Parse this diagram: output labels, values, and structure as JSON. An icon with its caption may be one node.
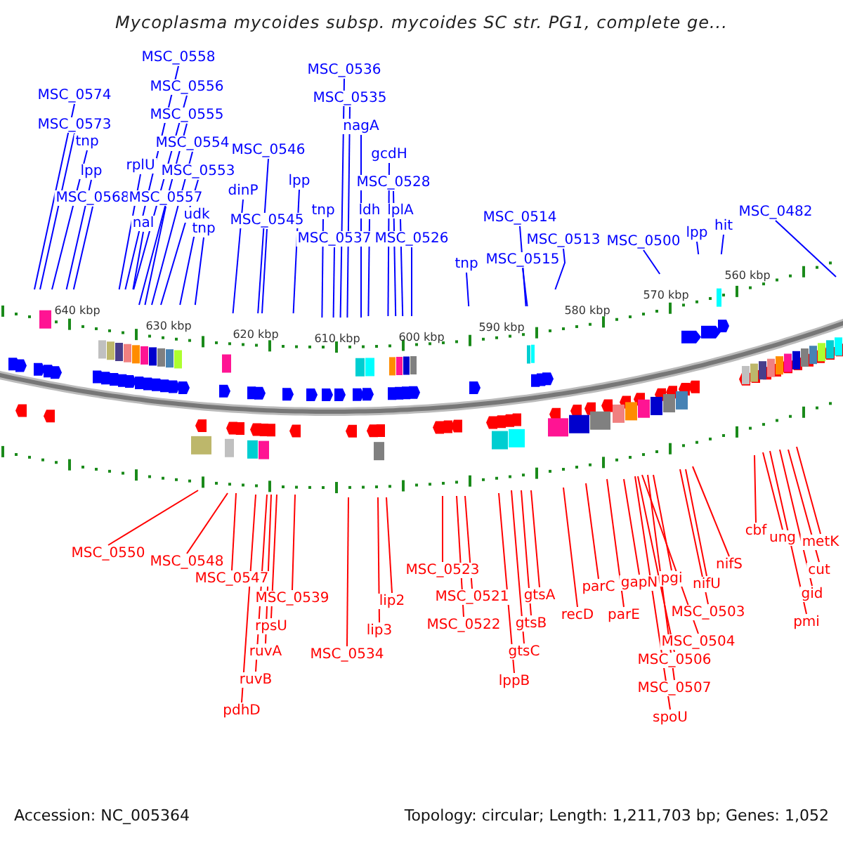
{
  "diagram": {
    "title": "Mycoplasma mycoides subsp. mycoides SC str. PG1, complete ge...",
    "nodes": [
      {
        "text": [
          "MSC_0574"
        ]
      },
      {
        "text": [
          "MSC_0573"
        ]
      },
      {
        "text": [
          "tnp"
        ]
      },
      {
        "text": [
          "lpp"
        ]
      },
      {
        "text": [
          "MSC_0568"
        ]
      },
      {
        "text": [
          "MSC_0558"
        ]
      },
      {
        "text": [
          "MSC_0556"
        ]
      },
      {
        "text": [
          "MSC_0555"
        ]
      },
      {
        "text": [
          "MSC_0554"
        ]
      },
      {
        "text": [
          "rplU"
        ]
      },
      {
        "text": [
          "MSC_0553"
        ]
      },
      {
        "text": [
          "MSC_0557"
        ]
      },
      {
        "text": [
          "nal"
        ]
      },
      {
        "text": [
          "udk"
        ]
      },
      {
        "text": [
          "tnp"
        ]
      },
      {
        "text": [
          "MSC_0546"
        ]
      },
      {
        "text": [
          "dinP"
        ]
      },
      {
        "text": [
          "MSC_0545"
        ]
      },
      {
        "text": [
          "lpp"
        ]
      },
      {
        "text": [
          "MSC_0536"
        ]
      },
      {
        "text": [
          "MSC_0535"
        ]
      },
      {
        "text": [
          "nagA"
        ]
      },
      {
        "text": [
          "gcdH"
        ]
      },
      {
        "text": [
          "MSC_0528"
        ]
      },
      {
        "text": [
          "tnp"
        ]
      },
      {
        "text": [
          "ldh"
        ]
      },
      {
        "text": [
          "lplA"
        ]
      },
      {
        "text": [
          "MSC_0537"
        ]
      },
      {
        "text": [
          "MSC_0526"
        ]
      },
      {
        "text": [
          "tnp"
        ]
      },
      {
        "text": [
          "MSC_0514"
        ]
      },
      {
        "text": [
          "MSC_0513"
        ]
      },
      {
        "text": [
          "MSC_0515"
        ]
      },
      {
        "text": [
          "MSC_0500"
        ]
      },
      {
        "text": [
          "lpp"
        ]
      },
      {
        "text": [
          "hit"
        ]
      },
      {
        "text": [
          "MSC_0482"
        ]
      },
      {
        "text": [
          "MSC_0550"
        ]
      },
      {
        "text": [
          "MSC_0548"
        ]
      },
      {
        "text": [
          "MSC_0547"
        ]
      },
      {
        "text": [
          "MSC_0539"
        ]
      },
      {
        "text": [
          "rpsU"
        ]
      },
      {
        "text": [
          "ruvA"
        ]
      },
      {
        "text": [
          "ruvB"
        ]
      },
      {
        "text": [
          "pdhD"
        ]
      },
      {
        "text": [
          "MSC_0534"
        ]
      },
      {
        "text": [
          "lip3"
        ]
      },
      {
        "text": [
          "lip2"
        ]
      },
      {
        "text": [
          "MSC_0523"
        ]
      },
      {
        "text": [
          "MSC_0521"
        ]
      },
      {
        "text": [
          "MSC_0522"
        ]
      },
      {
        "text": [
          "gtsA"
        ]
      },
      {
        "text": [
          "gtsB"
        ]
      },
      {
        "text": [
          "gtsC"
        ]
      },
      {
        "text": [
          "lppB"
        ]
      },
      {
        "text": [
          "recD"
        ]
      },
      {
        "text": [
          "parC"
        ]
      },
      {
        "text": [
          "parE"
        ]
      },
      {
        "text": [
          "gapN"
        ]
      },
      {
        "text": [
          "pgi"
        ]
      },
      {
        "text": [
          "nifU"
        ]
      },
      {
        "text": [
          "nifS"
        ]
      },
      {
        "text": [
          "MSC_0503"
        ]
      },
      {
        "text": [
          "MSC_0504"
        ]
      },
      {
        "text": [
          "MSC_0506"
        ]
      },
      {
        "text": [
          "MSC_0507"
        ]
      },
      {
        "text": [
          "spoU"
        ]
      },
      {
        "text": [
          "cbf"
        ]
      },
      {
        "text": [
          "ung"
        ]
      },
      {
        "text": [
          "metK"
        ]
      },
      {
        "text": [
          "cut"
        ]
      },
      {
        "text": [
          "gid"
        ]
      },
      {
        "text": [
          "pmi"
        ]
      }
    ],
    "edges": [
      {
        "from": 0,
        "to": null,
        "arrow": "none"
      },
      {
        "from": 1,
        "to": null,
        "arrow": "none"
      },
      {
        "from": 2,
        "to": null,
        "arrow": "none"
      },
      {
        "from": 3,
        "to": null,
        "arrow": "none"
      },
      {
        "from": 4,
        "to": null,
        "arrow": "none"
      },
      {
        "from": 5,
        "to": null,
        "arrow": "none"
      },
      {
        "from": 6,
        "to": null,
        "arrow": "none"
      },
      {
        "from": 7,
        "to": null,
        "arrow": "none"
      },
      {
        "from": 8,
        "to": null,
        "arrow": "none"
      },
      {
        "from": 9,
        "to": null,
        "arrow": "none"
      },
      {
        "from": 10,
        "to": null,
        "arrow": "none"
      },
      {
        "from": 11,
        "to": null,
        "arrow": "none"
      },
      {
        "from": 12,
        "to": null,
        "arrow": "none"
      },
      {
        "from": 13,
        "to": null,
        "arrow": "none"
      },
      {
        "from": 14,
        "to": null,
        "arrow": "none"
      },
      {
        "from": 15,
        "to": null,
        "arrow": "none"
      },
      {
        "from": 16,
        "to": null,
        "arrow": "none"
      },
      {
        "from": 17,
        "to": null,
        "arrow": "none"
      },
      {
        "from": 18,
        "to": null,
        "arrow": "none"
      },
      {
        "from": 19,
        "to": null,
        "arrow": "none"
      },
      {
        "from": 20,
        "to": null,
        "arrow": "none"
      },
      {
        "from": 21,
        "to": null,
        "arrow": "none"
      },
      {
        "from": 22,
        "to": null,
        "arrow": "none"
      },
      {
        "from": 23,
        "to": null,
        "arrow": "none"
      },
      {
        "from": 24,
        "to": null,
        "arrow": "none"
      },
      {
        "from": 25,
        "to": null,
        "arrow": "none"
      },
      {
        "from": 26,
        "to": null,
        "arrow": "none"
      },
      {
        "from": 27,
        "to": null,
        "arrow": "none"
      },
      {
        "from": 28,
        "to": null,
        "arrow": "none"
      },
      {
        "from": 29,
        "to": null,
        "arrow": "none"
      },
      {
        "from": 30,
        "to": null,
        "arrow": "none"
      },
      {
        "from": 31,
        "to": null,
        "arrow": "none"
      },
      {
        "from": 32,
        "to": null,
        "arrow": "none"
      },
      {
        "from": 33,
        "to": null,
        "arrow": "none"
      },
      {
        "from": 34,
        "to": null,
        "arrow": "none"
      },
      {
        "from": 35,
        "to": null,
        "arrow": "none"
      },
      {
        "from": 36,
        "to": null,
        "arrow": "none"
      },
      {
        "from": 37,
        "to": null,
        "arrow": "none",
        "color": "#ff0000"
      },
      {
        "from": 38,
        "to": null,
        "arrow": "none",
        "color": "#ff0000"
      },
      {
        "from": 39,
        "to": null,
        "arrow": "none",
        "color": "#ff0000"
      },
      {
        "from": 40,
        "to": null,
        "arrow": "none",
        "color": "#ff0000"
      },
      {
        "from": 41,
        "to": null,
        "arrow": "none",
        "color": "#ff0000"
      },
      {
        "from": 42,
        "to": null,
        "arrow": "none",
        "color": "#ff0000"
      },
      {
        "from": 43,
        "to": null,
        "arrow": "none",
        "color": "#ff0000"
      },
      {
        "from": 44,
        "to": null,
        "arrow": "none",
        "color": "#ff0000"
      },
      {
        "from": 45,
        "to": null,
        "arrow": "none",
        "color": "#ff0000"
      },
      {
        "from": 46,
        "to": null,
        "arrow": "none",
        "color": "#ff0000"
      },
      {
        "from": 47,
        "to": null,
        "arrow": "none",
        "color": "#ff0000"
      },
      {
        "from": 48,
        "to": null,
        "arrow": "none",
        "color": "#ff0000"
      },
      {
        "from": 49,
        "to": null,
        "arrow": "none",
        "color": "#ff0000"
      },
      {
        "from": 50,
        "to": null,
        "arrow": "none",
        "color": "#ff0000"
      },
      {
        "from": 51,
        "to": null,
        "arrow": "none",
        "color": "#ff0000"
      },
      {
        "from": 52,
        "to": null,
        "arrow": "none",
        "color": "#ff0000"
      },
      {
        "from": 53,
        "to": null,
        "arrow": "none",
        "color": "#ff0000"
      },
      {
        "from": 54,
        "to": null,
        "arrow": "none",
        "color": "#ff0000"
      },
      {
        "from": 55,
        "to": null,
        "arrow": "none",
        "color": "#ff0000"
      },
      {
        "from": 56,
        "to": null,
        "arrow": "none",
        "color": "#ff0000"
      },
      {
        "from": 57,
        "to": null,
        "arrow": "none",
        "color": "#ff0000"
      },
      {
        "from": 58,
        "to": null,
        "arrow": "none",
        "color": "#ff0000"
      },
      {
        "from": 59,
        "to": null,
        "arrow": "none",
        "color": "#ff0000"
      },
      {
        "from": 60,
        "to": null,
        "arrow": "none",
        "color": "#ff0000"
      },
      {
        "from": 61,
        "to": null,
        "arrow": "none",
        "color": "#ff0000"
      },
      {
        "from": 62,
        "to": null,
        "arrow": "none",
        "color": "#ff0000"
      },
      {
        "from": 63,
        "to": null,
        "arrow": "none",
        "color": "#ff0000"
      },
      {
        "from": 64,
        "to": null,
        "arrow": "none",
        "color": "#ff0000"
      },
      {
        "from": 65,
        "to": null,
        "arrow": "none",
        "color": "#ff0000"
      },
      {
        "from": 66,
        "to": null,
        "arrow": "none",
        "color": "#ff0000"
      },
      {
        "from": 67,
        "to": null,
        "arrow": "none",
        "color": "#ff0000"
      },
      {
        "from": 68,
        "to": null,
        "arrow": "none",
        "color": "#ff0000"
      },
      {
        "from": 69,
        "to": null,
        "arrow": "none",
        "color": "#ff0000"
      },
      {
        "from": 70,
        "to": null,
        "arrow": "none",
        "color": "#ff0000"
      },
      {
        "from": 71,
        "to": null,
        "arrow": "none",
        "color": "#ff0000"
      },
      {
        "from": 72,
        "to": null,
        "arrow": "none",
        "color": "#ff0000"
      }
    ],
    "labels": [
      "640 kbp",
      "630 kbp",
      "620 kbp",
      "610 kbp",
      "600 kbp",
      "590 kbp",
      "580 kbp",
      "570 kbp",
      "560 kbp",
      "Accession: NC_005364",
      "Topology: circular; Length: 1,211,703 bp; Genes: 1,052"
    ]
  }
}
